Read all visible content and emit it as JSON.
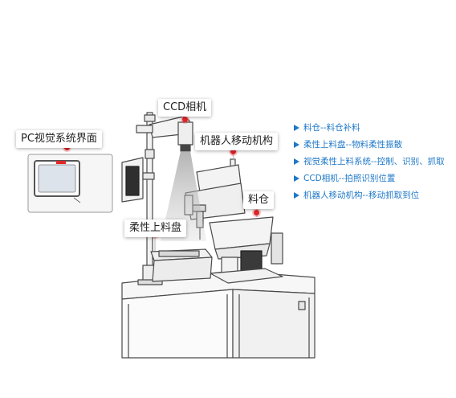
{
  "callouts": {
    "ccd_camera": "CCD相机",
    "pc_vision_ui": "PC视觉系统界面",
    "robot_mechanism": "机器人移动机构",
    "hopper": "料仓",
    "flex_tray": "柔性上料盘"
  },
  "legend": [
    "料仓--料仓补料",
    "柔性上料盘--物料柔性振散",
    "视觉柔性上料系统--控制、识别、抓取",
    "CCD相机--拍照识别位置",
    "机器人移动机构--移动抓取到位"
  ],
  "colors": {
    "accent": "#1f78c8",
    "marker": "#e2262a",
    "line_art": "#4a4a4a"
  }
}
